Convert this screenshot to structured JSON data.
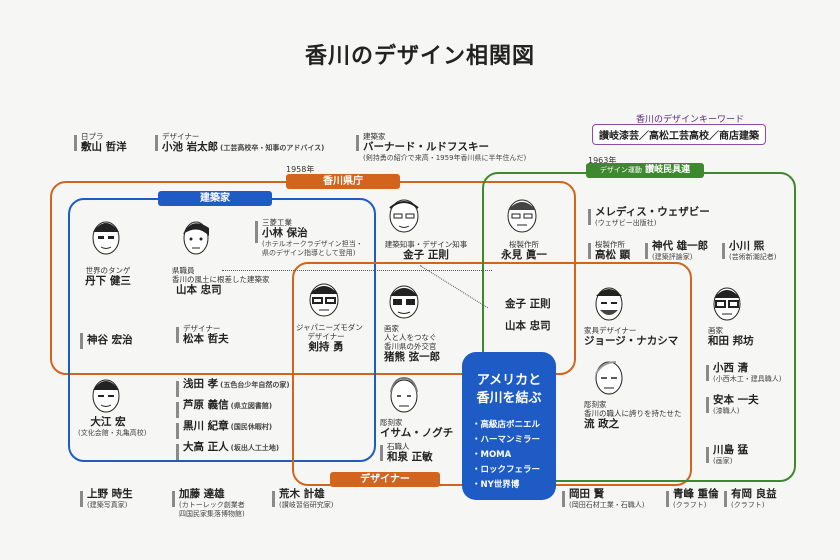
{
  "title": "香川のデザイン相関図",
  "keywords": {
    "heading": "香川のデザインキーワード",
    "items": "讃岐漆芸／高松工芸高校／商店建築"
  },
  "colors": {
    "kagawa": "#d2641e",
    "architects": "#1f5bc4",
    "designers": "#d2641e",
    "sanuki": "#3d8a2e",
    "keyword": "#8a4aa8",
    "usa": "#1f5bc4"
  },
  "labels": {
    "kagawa": "香川県庁",
    "kagawa_year": "1958年",
    "architects": "建築家",
    "designers": "デザイナー",
    "sanuki_prefix": "デザイン運動",
    "sanuki": "讃岐民具連",
    "sanuki_year": "1963年"
  },
  "usa": {
    "heading_line1": "アメリカと",
    "heading_line2": "香川を結ぶ",
    "items": [
      "・高級店ボニエル",
      "・ハーマンミラー",
      "・MOMA",
      "・ロックフェラー",
      "・NY世界博"
    ]
  },
  "people": {
    "hinomura": {
      "role": "日プラ",
      "name": "敷山 哲洋"
    },
    "koike": {
      "role": "デザイナー",
      "name": "小池 岩太郎",
      "note": "(工芸高校卒・知事のアドバイス)"
    },
    "bernard": {
      "role": "建築家",
      "name": "バーナード・ルドフスキー",
      "note": "(剣持勇の紹介で来高・1959年香川県に半年住んだ)"
    },
    "tange": {
      "role": "世界のタンゲ",
      "name": "丹下 健三"
    },
    "yamamoto": {
      "role": "県職員",
      "note": "香川の風土に根差した建築家",
      "name": "山本 忠司"
    },
    "kobayashi": {
      "role": "三菱工業",
      "name": "小林 保治",
      "note1": "(ホテルオークラデザイン担当・",
      "note2": "県のデザイン指導として登用)"
    },
    "kaneko": {
      "role": "建築知事・デザイン知事",
      "name": "金子 正則"
    },
    "nagami": {
      "role": "桜製作所",
      "name": "永見 眞一"
    },
    "kaneko2": {
      "name": "金子 正則"
    },
    "yamamoto2": {
      "name": "山本 忠司"
    },
    "jindani": {
      "name": "神谷 宏治"
    },
    "matsumoto": {
      "role": "デザイナー",
      "name": "松本 哲夫"
    },
    "kenmochi": {
      "role1": "ジャパニーズモダン",
      "role2": "デザイナー",
      "name": "剣持 勇"
    },
    "inokuma": {
      "role1": "画家",
      "role2": "人と人をつなぐ",
      "role3": "香川県の外交官",
      "name": "猪熊 弦一郎"
    },
    "ohe": {
      "name": "大江 宏",
      "note": "(文化会館・丸亀高校)"
    },
    "asada": {
      "name": "浅田 孝",
      "note": "(五色台少年自然の家)"
    },
    "ashihara": {
      "name": "芦原 義信",
      "note": "(県立図書館)"
    },
    "kurokawa": {
      "name": "黒川 紀章",
      "note": "(国民休暇村)"
    },
    "otaka": {
      "name": "大高 正人",
      "note": "(坂出人工土地)"
    },
    "noguchi": {
      "role": "彫刻家",
      "name": "イサム・ノグチ"
    },
    "izumi": {
      "role": "石職人",
      "name": "和泉 正敏"
    },
    "wedge": {
      "name": "メレディス・ウェザビー",
      "note": "(ウェザビー出版社)"
    },
    "takamatsu": {
      "role": "桜製作所",
      "name": "高松 顕"
    },
    "kamidai": {
      "name": "神代 雄一郎",
      "note": "(建築評論家)"
    },
    "ogawa": {
      "name": "小川 煕",
      "note": "(芸術新潮記者)"
    },
    "nakashima": {
      "role": "家具デザイナー",
      "name": "ジョージ・ナカシマ"
    },
    "wada": {
      "role": "画家",
      "name": "和田 邦坊"
    },
    "konishi": {
      "name": "小西 清",
      "note": "(小西木工・建具職人)"
    },
    "yasumoto": {
      "name": "安本 一夫",
      "note": "(漆職人)"
    },
    "nagare": {
      "role": "彫刻家",
      "note": "香川の職人に誇りを持たせた",
      "name": "流 政之"
    },
    "kawashima": {
      "name": "川島 猛",
      "note": "(画家)"
    },
    "ueno": {
      "name": "上野 時生",
      "note": "(建築写真家)"
    },
    "kato": {
      "name": "加藤 達雄",
      "note1": "(カトーレック創業者",
      "note2": "四国民家集落博物館)"
    },
    "araki": {
      "name": "荒木 計雄",
      "note": "(讃岐習俗研究家)"
    },
    "okada": {
      "name": "岡田 賢",
      "note": "(岡田石材工業・石職人)"
    },
    "aomine": {
      "name": "青峰 重倫",
      "note": "(クラフト)"
    },
    "arima": {
      "name": "有岡 良益",
      "note": "(クラフト)"
    }
  }
}
